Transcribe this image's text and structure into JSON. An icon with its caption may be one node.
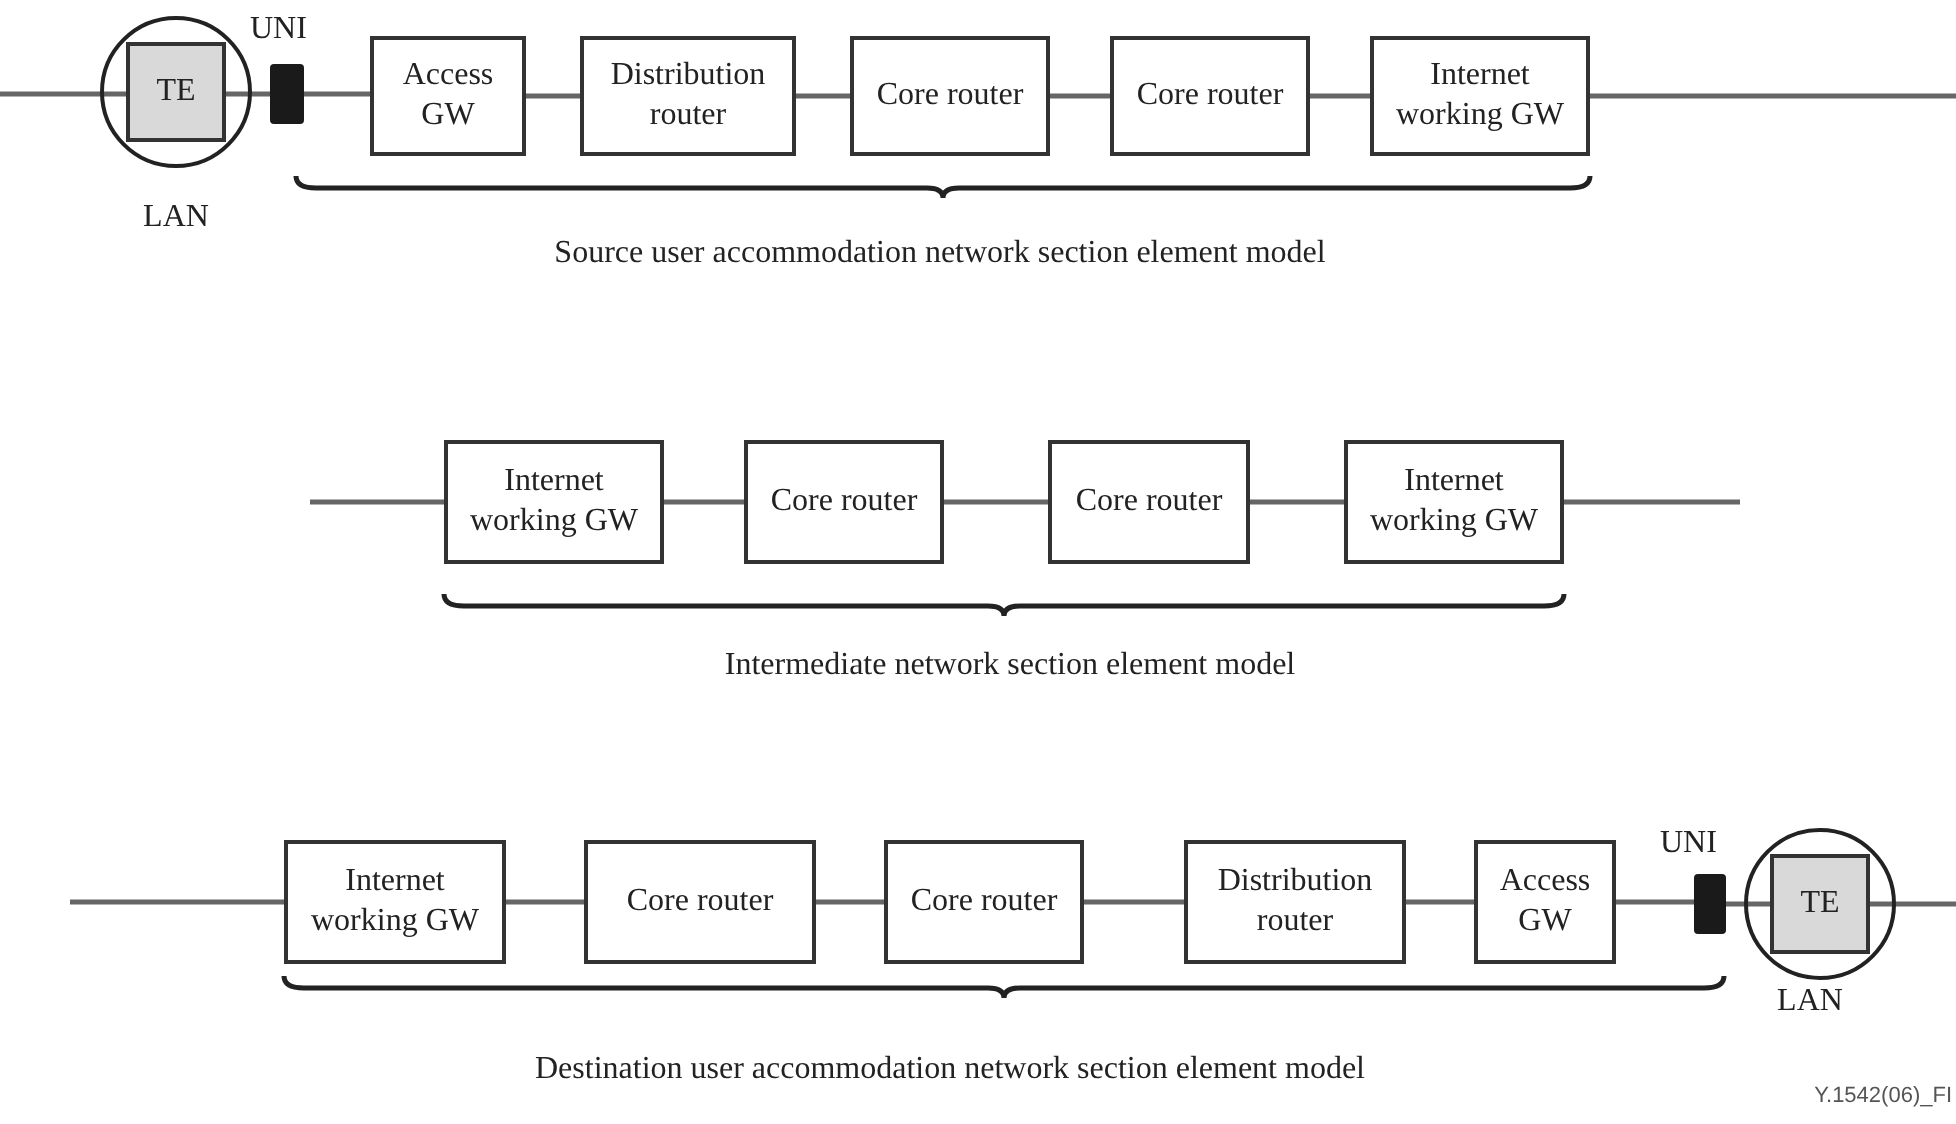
{
  "diagram": {
    "nodes": [
      {
        "text": [],
        "shape": "circle",
        "beside": [
          "LAN"
        ]
      },
      {
        "text": [
          "TE"
        ],
        "in": 0
      },
      {
        "text": [],
        "shape": "bar",
        "beside": [
          "UNI"
        ]
      },
      {
        "text": [
          "Access GW"
        ]
      },
      {
        "text": [
          "Distribution router"
        ]
      },
      {
        "text": [
          "Core router"
        ]
      },
      {
        "text": [
          "Core router"
        ]
      },
      {
        "text": [
          "Internet working GW"
        ]
      },
      {
        "text": [
          "Internet working GW"
        ]
      },
      {
        "text": [
          "Core router"
        ]
      },
      {
        "text": [
          "Core router"
        ]
      },
      {
        "text": [
          "Internet working GW"
        ]
      },
      {
        "text": [
          "Internet working GW"
        ]
      },
      {
        "text": [
          "Core router"
        ]
      },
      {
        "text": [
          "Core router"
        ]
      },
      {
        "text": [
          "Distribution router"
        ]
      },
      {
        "text": [
          "Access GW"
        ]
      },
      {
        "text": [],
        "shape": "bar",
        "beside": [
          "UNI"
        ]
      },
      {
        "text": [],
        "shape": "circle",
        "beside": [
          "LAN"
        ]
      },
      {
        "text": [
          "TE"
        ],
        "in": 18
      }
    ],
    "edges": [
      {
        "from": null,
        "to": 1,
        "arrow": "none"
      },
      {
        "from": 1,
        "to": 2,
        "arrow": "none"
      },
      {
        "from": 2,
        "to": 3,
        "arrow": "none"
      },
      {
        "from": 3,
        "to": 4,
        "arrow": "none"
      },
      {
        "from": 4,
        "to": 5,
        "arrow": "none"
      },
      {
        "from": 5,
        "to": 6,
        "arrow": "none"
      },
      {
        "from": 6,
        "to": 7,
        "arrow": "none"
      },
      {
        "from": 7,
        "to": null,
        "arrow": "none"
      },
      {
        "from": null,
        "to": 8,
        "arrow": "none"
      },
      {
        "from": 8,
        "to": 9,
        "arrow": "none"
      },
      {
        "from": 9,
        "to": 10,
        "arrow": "none"
      },
      {
        "from": 10,
        "to": 11,
        "arrow": "none"
      },
      {
        "from": 11,
        "to": null,
        "arrow": "none"
      },
      {
        "from": null,
        "to": 12,
        "arrow": "none"
      },
      {
        "from": 12,
        "to": 13,
        "arrow": "none"
      },
      {
        "from": 13,
        "to": 14,
        "arrow": "none"
      },
      {
        "from": 14,
        "to": 15,
        "arrow": "none"
      },
      {
        "from": 15,
        "to": 16,
        "arrow": "none"
      },
      {
        "from": 16,
        "to": 17,
        "arrow": "none"
      },
      {
        "from": 17,
        "to": 19,
        "arrow": "none"
      },
      {
        "from": 19,
        "to": null,
        "arrow": "none"
      }
    ],
    "labels": [
      "Source user accommodation network section element model",
      "Intermediate network section element model",
      "Destination user accommodation network section element model",
      "Y.1542(06)_FI"
    ]
  }
}
